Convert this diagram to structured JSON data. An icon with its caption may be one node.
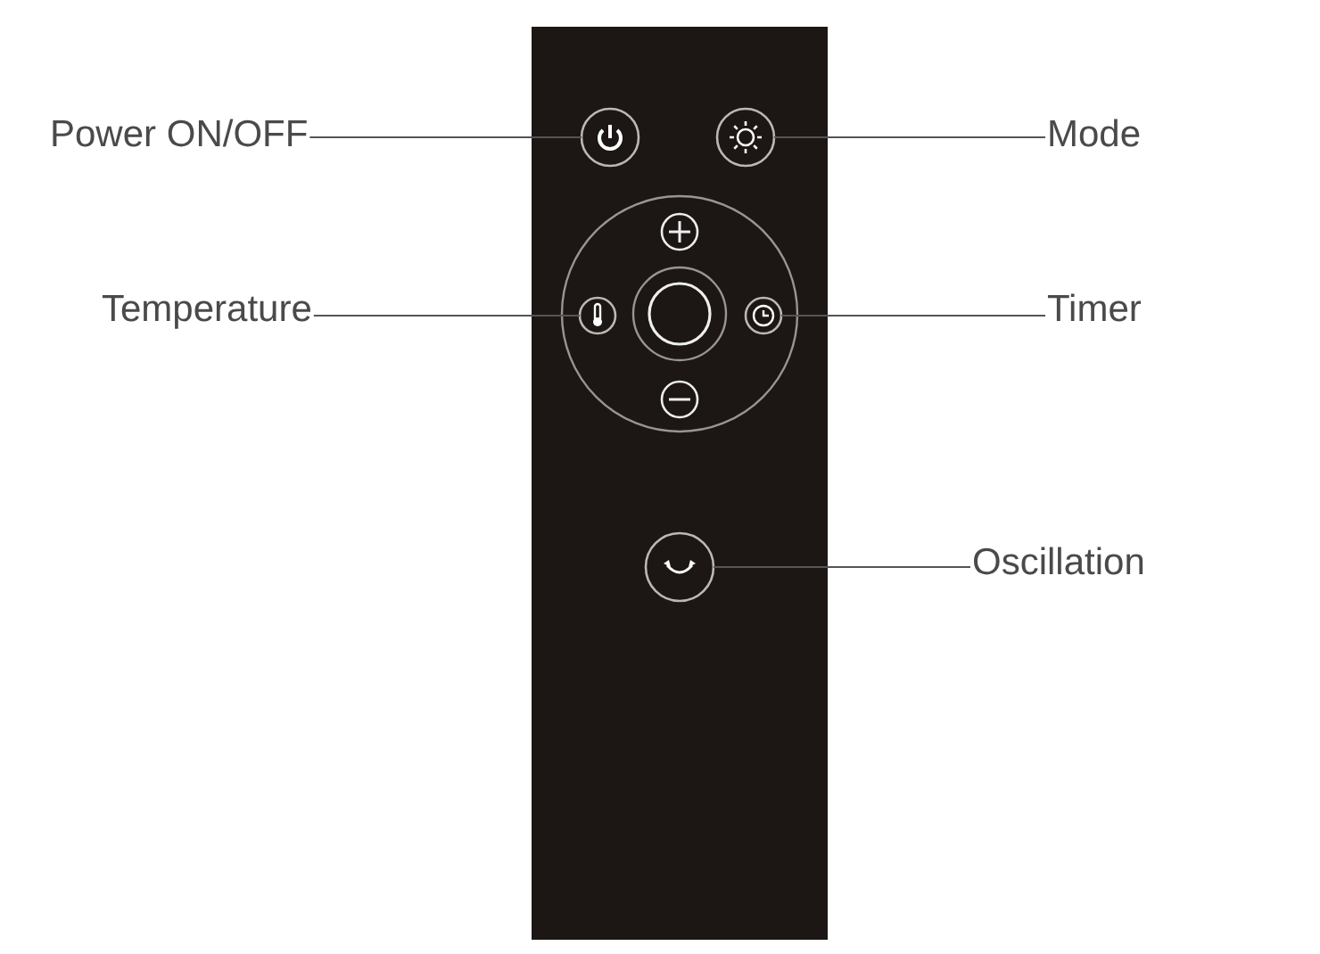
{
  "diagram": {
    "nodes": [
      {
        "text": [
          "Power ON/OFF"
        ]
      },
      {
        "text": [
          "Mode"
        ]
      },
      {
        "text": [
          "Temperature"
        ]
      },
      {
        "text": [
          "Timer"
        ]
      },
      {
        "text": [
          "Oscillation"
        ]
      },
      {
        "text": [],
        "shape": "circle"
      },
      {
        "text": [],
        "shape": "circle"
      },
      {
        "text": [],
        "shape": "circle"
      },
      {
        "text": [],
        "shape": "circle"
      },
      {
        "text": [],
        "shape": "circle"
      }
    ],
    "edges": [
      {
        "from": 0,
        "to": 5,
        "arrow": "none"
      },
      {
        "from": 1,
        "to": 6,
        "arrow": "none"
      },
      {
        "from": 2,
        "to": 7,
        "arrow": "none"
      },
      {
        "from": 3,
        "to": 8,
        "arrow": "none"
      },
      {
        "from": 4,
        "to": 9,
        "arrow": "none"
      }
    ]
  }
}
